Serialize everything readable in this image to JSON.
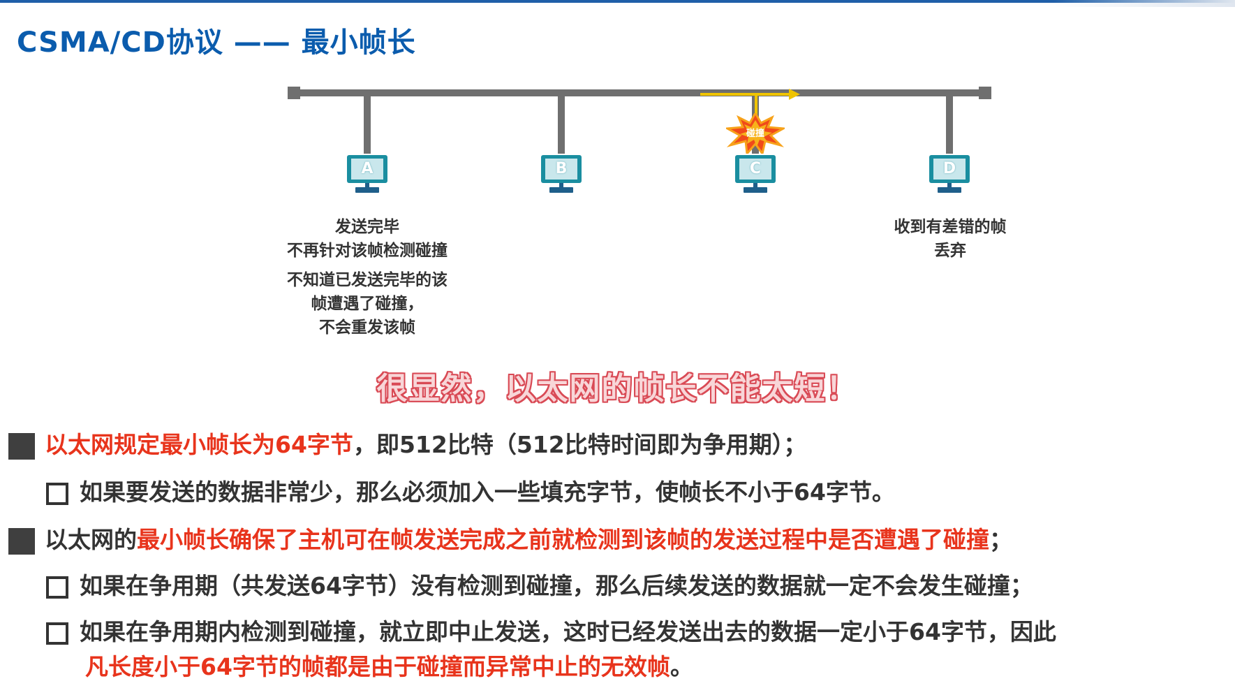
{
  "title": "CSMA/CD协议 —— 最小帧长",
  "hosts": [
    {
      "label": "A"
    },
    {
      "label": "B"
    },
    {
      "label": "C"
    },
    {
      "label": "D"
    }
  ],
  "collision_label": "碰撞",
  "notes": {
    "a_line1": "发送完毕",
    "a_line2": "不再针对该帧检测碰撞",
    "a_line3": "不知道已发送完毕的该",
    "a_line4": "帧遭遇了碰撞，",
    "a_line5": "不会重发该帧",
    "d_line1": "收到有差错的帧",
    "d_line2": "丢弃"
  },
  "highlight": "很显然，以太网的帧长不能太短！",
  "bullets": {
    "b1_red": "以太网规定最小帧长为64字节",
    "b1_rest": "，即512比特（512比特时间即为争用期）；",
    "s1": "如果要发送的数据非常少，那么必须加入一些填充字节，使帧长不小于64字节。",
    "b2_start": "以太网的",
    "b2_red": "最小帧长确保了主机可在帧发送完成之前就检测到该帧的发送过程中是否遭遇了碰撞",
    "b2_end": "；",
    "s2": "如果在争用期（共发送64字节）没有检测到碰撞，那么后续发送的数据就一定不会发生碰撞；",
    "s3_line1": "如果在争用期内检测到碰撞，就立即中止发送，这时已经发送出去的数据一定小于64字节，因此",
    "s3_line2_red": "凡长度小于64字节的帧都是由于碰撞而异常中止的无效帧",
    "s3_line2_end": "。"
  },
  "colors": {
    "title": "#0b5cad",
    "accent_red": "#e8341c",
    "signal": "#f0c400",
    "host_screen": "#1a8ea0"
  }
}
